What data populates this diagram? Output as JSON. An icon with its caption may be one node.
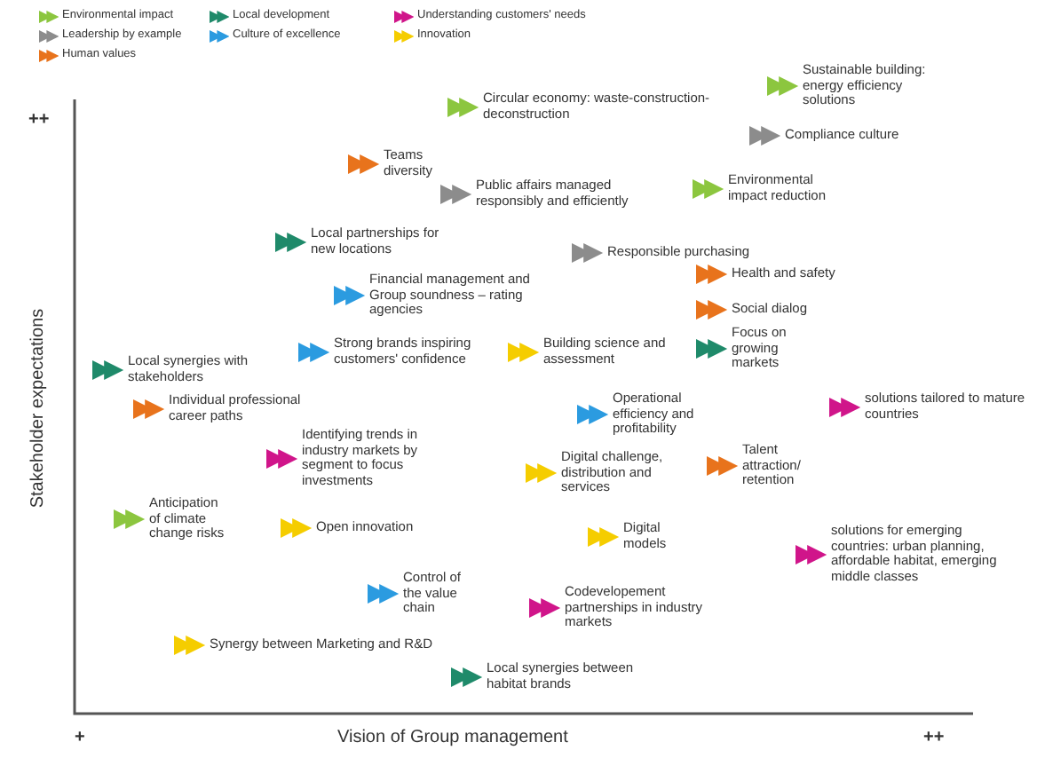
{
  "diagram": {
    "labels": [
      "++",
      "Sustainable building: energy efficiency solutions",
      "Circular economy: waste-construction-deconstruction",
      "Compliance culture",
      "Teams diversity",
      "Public affairs managed responsibly and efficiently",
      "Environmental impact reduction",
      "Local partnerships for new locations",
      "Responsible purchasing",
      "Health and safety",
      "Financial management and Group soundness – rating agencies",
      "Social dialog",
      "Strong brands inspiring customers' confidence",
      "Building science and assessment",
      "Focus on growing markets",
      "Local synergies with stakeholders",
      "Individual professional career paths",
      "solutions tailored to mature countries",
      "Operational efficiency and profitability",
      "Identifying trends in industry markets by segment to focus investments",
      "Digital challenge, distribution and services",
      "Talent attraction/ retention",
      "Anticipation of climate change risks",
      "Open innovation",
      "Digital models",
      "solutions for emerging countries: urban planning, affordable habitat, emerging middle classes",
      "Control of the value chain",
      "Codevelopement partnerships in industry markets",
      "Synergy between Marketing and R&D",
      "Local synergies between habitat brands",
      "Stakeholder expectations",
      "+",
      "Vision of Group management",
      "++"
    ],
    "legend": [
      {
        "text": "Environmental impact",
        "color": "#8cc63f"
      },
      {
        "text": "Leadership by example",
        "color": "#8c8c8c"
      },
      {
        "text": "Human values",
        "color": "#e8731c"
      },
      {
        "text": "Local development",
        "color": "#1f8a6a"
      },
      {
        "text": "Culture of excellence",
        "color": "#2b9be0"
      },
      {
        "text": "Understanding customers' needs",
        "color": "#d0158a"
      },
      {
        "text": "Innovation",
        "color": "#f5cd00"
      }
    ]
  }
}
